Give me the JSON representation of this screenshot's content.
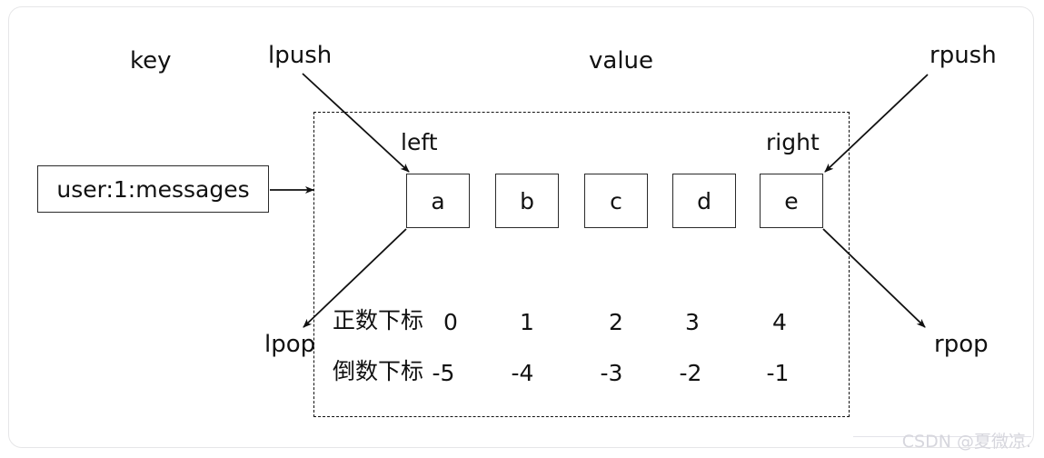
{
  "diagram": {
    "title_key": "key",
    "title_value": "value",
    "key_name": "user:1:messages",
    "side_left": "left",
    "side_right": "right",
    "operations": {
      "lpush": "lpush",
      "rpush": "rpush",
      "lpop": "lpop",
      "rpop": "rpop"
    },
    "elements": [
      {
        "value": "a",
        "pos_index": "0",
        "neg_index": "-5"
      },
      {
        "value": "b",
        "pos_index": "1",
        "neg_index": "-4"
      },
      {
        "value": "c",
        "pos_index": "2",
        "neg_index": "-3"
      },
      {
        "value": "d",
        "pos_index": "3",
        "neg_index": "-2"
      },
      {
        "value": "e",
        "pos_index": "4",
        "neg_index": "-1"
      }
    ],
    "index_rows": {
      "positive_label": "正数下标",
      "negative_label": "倒数下标"
    },
    "watermark": "CSDN @夏微凉."
  },
  "colors": {
    "stroke": "#111111",
    "box_border": "#2a2a2a",
    "card_border": "#e6e6e8",
    "watermark": "#d6d6dd",
    "background": "#ffffff"
  }
}
